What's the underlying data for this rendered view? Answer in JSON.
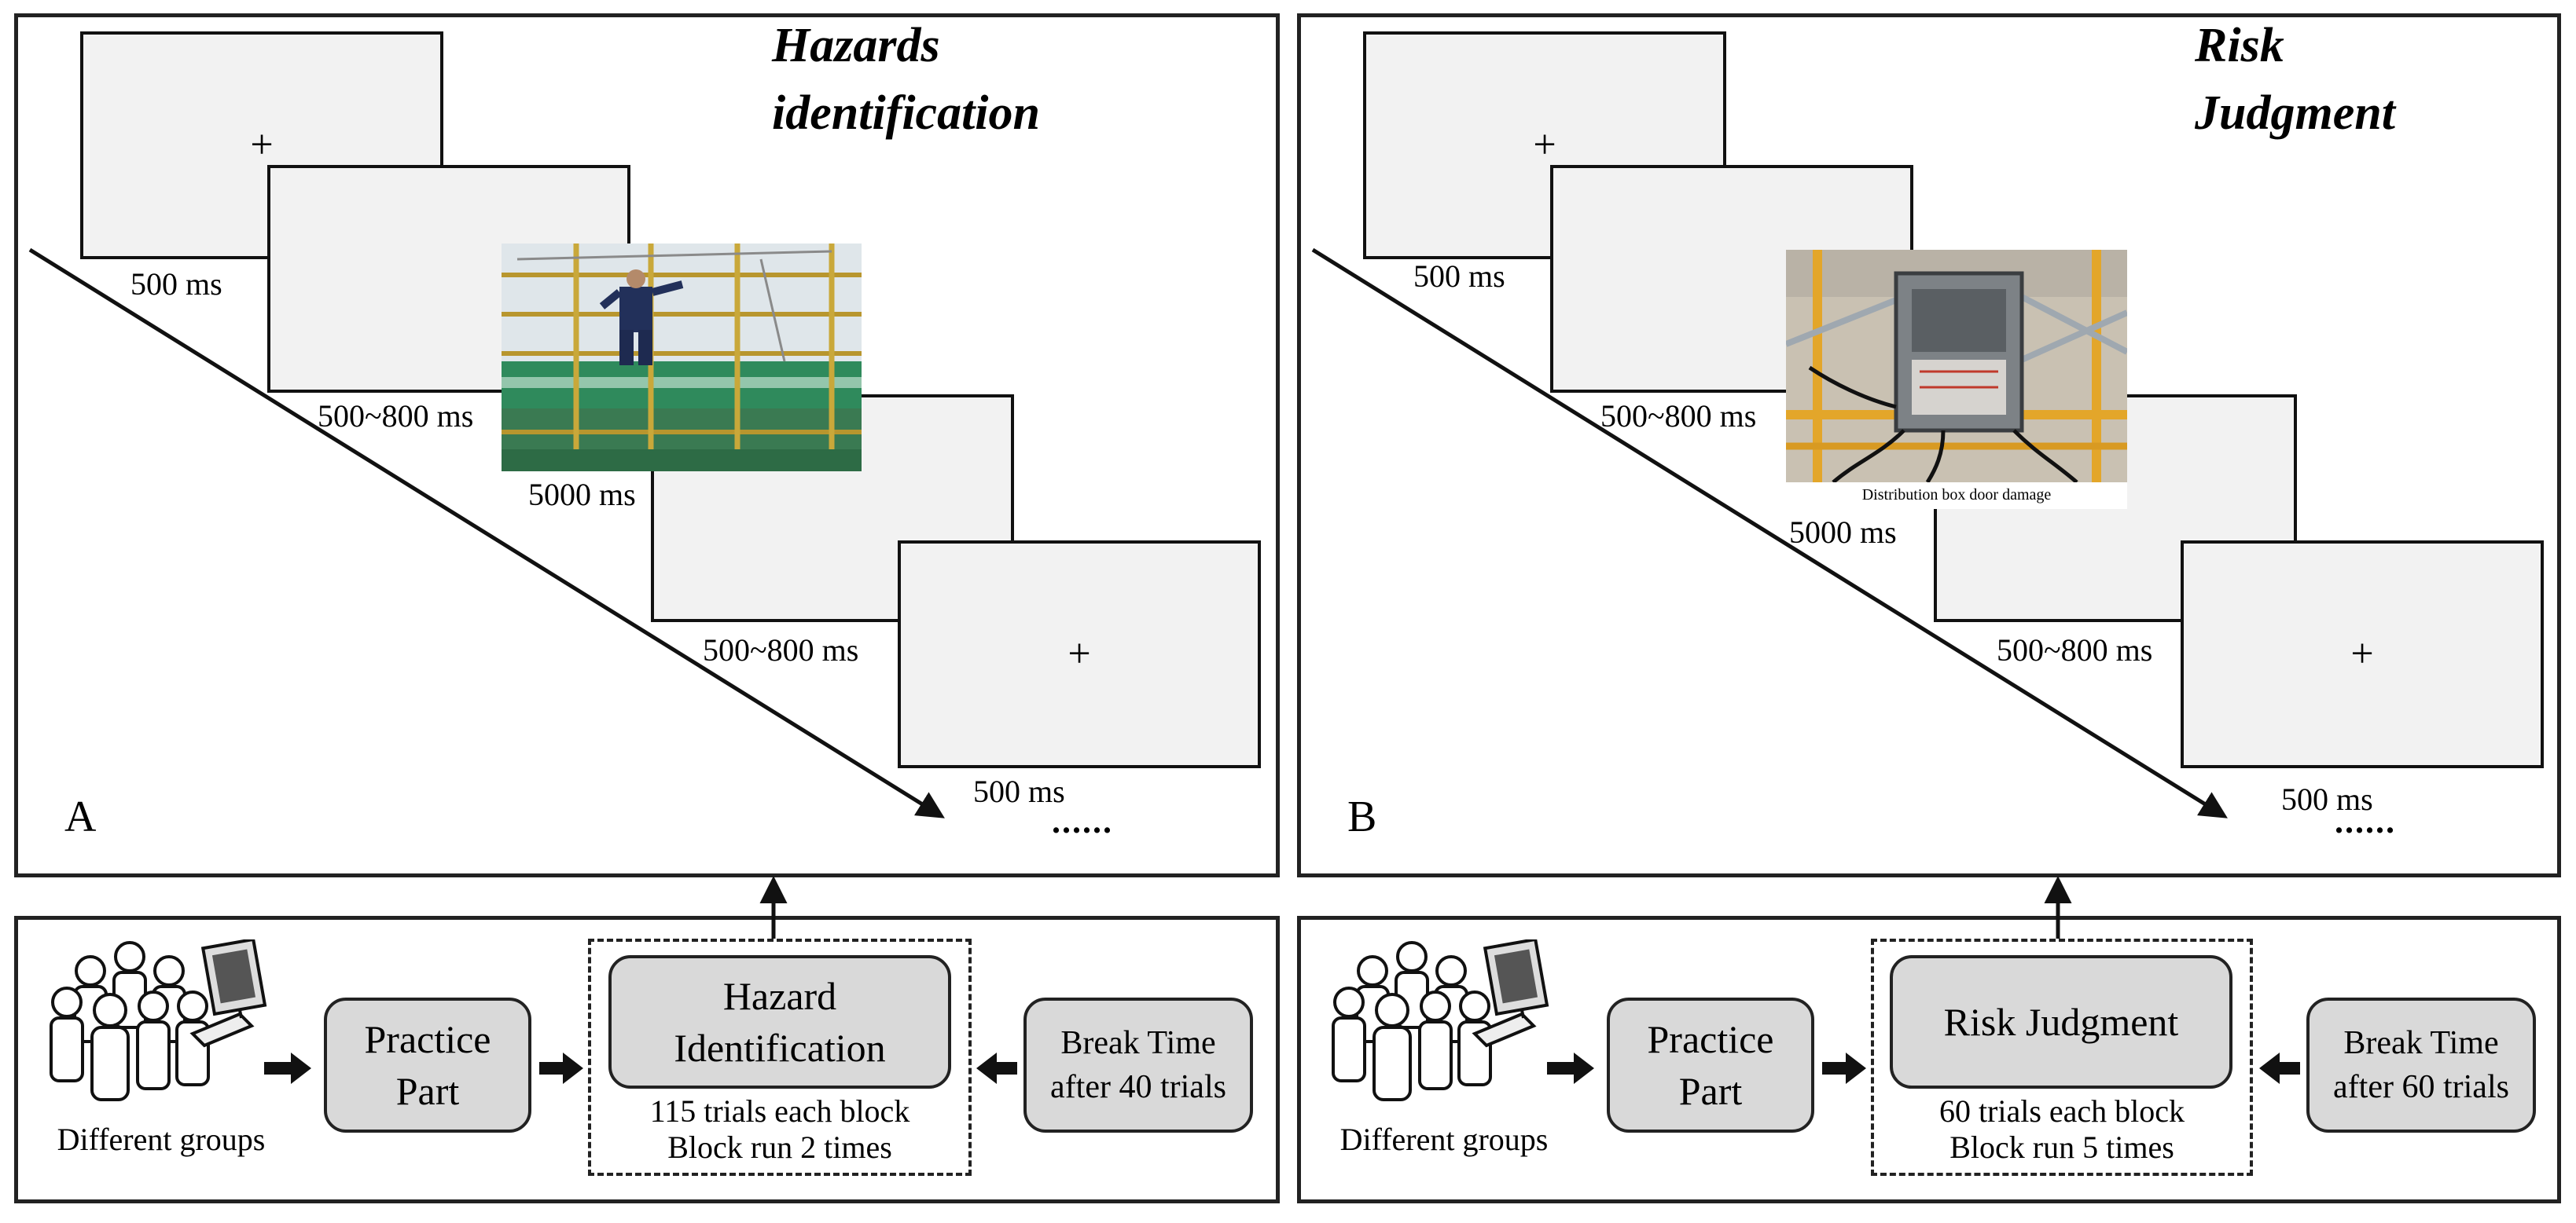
{
  "panel_a": {
    "title_line1": "Hazards",
    "title_line2": "identification",
    "letter": "A",
    "fixation": "+",
    "fixation_end": "+",
    "time_1": "500 ms",
    "time_2": "500~800 ms",
    "time_3": "5000 ms",
    "time_4": "500~800 ms",
    "time_5": "500 ms",
    "continuation": "......"
  },
  "panel_b": {
    "title_line1": "Risk",
    "title_line2": "Judgment",
    "letter": "B",
    "fixation": "+",
    "fixation_end": "+",
    "time_1": "500 ms",
    "time_2": "500~800 ms",
    "time_3": "5000 ms",
    "time_4": "500~800 ms",
    "time_5": "500 ms",
    "continuation": "......",
    "photo_caption": "Distribution box door damage"
  },
  "flow_a": {
    "groups_label": "Different groups",
    "practice_line1": "Practice",
    "practice_line2": "Part",
    "task_line1": "Hazard",
    "task_line2": "Identification",
    "trials": "115 trials each block",
    "runs": "Block run 2 times",
    "break_line1": "Break Time",
    "break_line2": "after 40 trials"
  },
  "flow_b": {
    "groups_label": "Different groups",
    "practice_line1": "Practice",
    "practice_line2": "Part",
    "task_line1": "Risk Judgment",
    "trials": "60 trials each block",
    "runs": "Block run 5 times",
    "break_line1": "Break Time",
    "break_line2": "after 60 trials"
  },
  "colors": {
    "screen_fill": "#f2f2f2",
    "box_fill": "#d9d9d9",
    "outline": "#222222"
  }
}
